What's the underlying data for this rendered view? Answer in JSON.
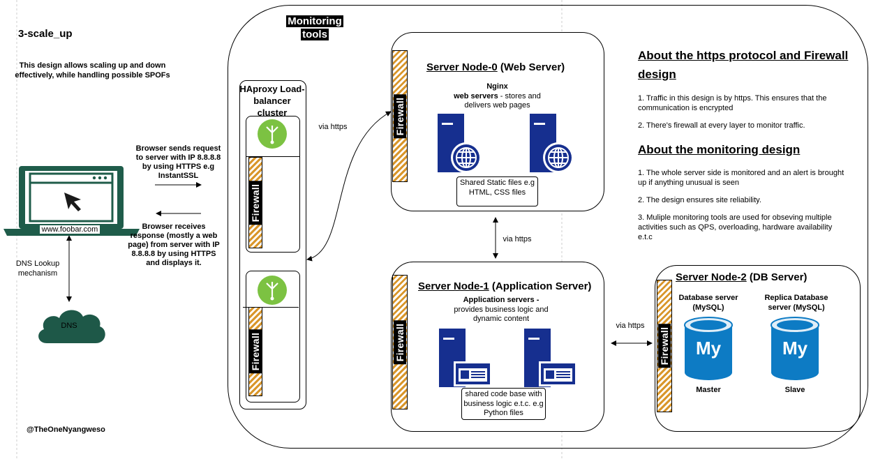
{
  "header": {
    "title": "3-scale_up",
    "subtitle": "This design allows scaling up and down effectively, while handling possible SPOFs"
  },
  "client": {
    "url": "www.foobar.com",
    "request_text": "Browser sends request to server with IP 8.8.8.8 by using HTTPS e.g InstantSSL",
    "response_text": "Browser receives response (mostly a web page) from server with IP 8.8.8.8 by using HTTPS and displays it.",
    "dns_lookup": "DNS Lookup mechanism",
    "dns": "DNS"
  },
  "author": "@TheOneNyangweso",
  "monitoring": {
    "label": "Monitoring tools"
  },
  "load_balancer": {
    "title": "HAproxy Load-balancer cluster",
    "firewall": "Firewall"
  },
  "firewall_label": "Firewall",
  "via_https": "via https",
  "web_node": {
    "title_bold": "Server Node-0",
    "title_rest": "(Web Server)",
    "desc_title": "Nginx",
    "desc_bold": "web servers",
    "desc_rest": "- stores and delivers web pages",
    "shared": "Shared Static files e.g HTML, CSS files"
  },
  "app_node": {
    "title_bold": "Server Node-1",
    "title_rest": "(Application Server)",
    "desc_bold": "Application servers -",
    "desc_rest": "provides business logic and dynamic content",
    "shared": "shared code base with business logic e.t.c. e.g Python files"
  },
  "db_node": {
    "title_bold": "Server Node-2",
    "title_rest": "(DB Server)",
    "db1_label": "Database server (MySQL)",
    "db2_label": "Replica Database server (MySQL)",
    "db_logo": "My",
    "master": "Master",
    "slave": "Slave"
  },
  "about": {
    "https_heading": "About the https protocol and Firewall design",
    "https_points": [
      "1. Traffic in this design is by https. This ensures that the communication is encrypted",
      "2. There's firewall at every layer to monitor traffic."
    ],
    "monitoring_heading": "About the monitoring design",
    "monitoring_points": [
      "1. The whole server side is monitored and an alert is brought up if anything unusual is seen",
      "2. The design ensures site reliability.",
      "3.  Muliple monitoring tools are used for obseving multiple activities such as QPS, overloading, hardware availability e.t.c"
    ]
  },
  "colors": {
    "laptop": "#1f5c4a",
    "dns_cloud": "#1e5848",
    "server": "#162f8f",
    "firewall_stripe": "#d9962a",
    "lb_icon": "#7cc242",
    "mysql": "#0d7bc4"
  },
  "icons": [
    "laptop-icon",
    "cursor-icon",
    "cloud-icon",
    "load-balancer-icon",
    "server-icon",
    "globe-icon",
    "window-icon",
    "database-icon"
  ]
}
